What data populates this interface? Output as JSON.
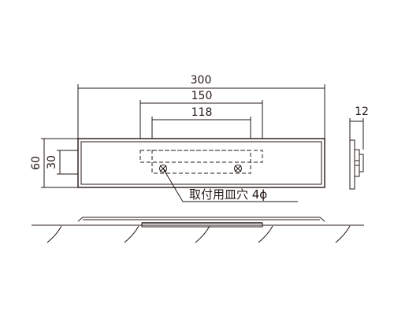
{
  "dimensions": {
    "overall_width": "300",
    "holder_width": "150",
    "hole_pitch": "118",
    "overall_height": "60",
    "holder_height": "30",
    "thickness": "12"
  },
  "callout": {
    "label": "取付用皿穴 4ϕ"
  }
}
